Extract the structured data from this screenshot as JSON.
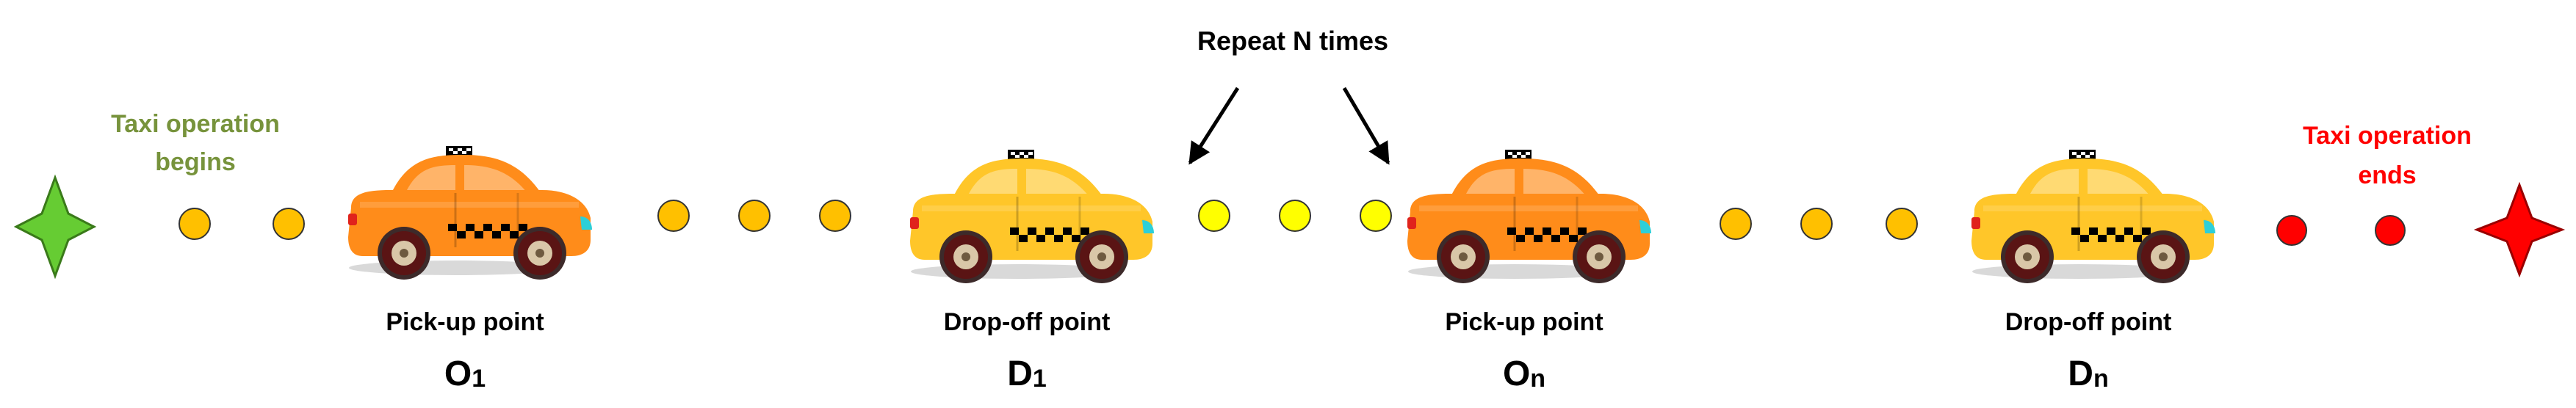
{
  "labels": {
    "start_line1": "Taxi operation",
    "start_line2": "begins",
    "end_line1": "Taxi operation",
    "end_line2": "ends",
    "repeat": "Repeat N times"
  },
  "stops": [
    {
      "caption": "Pick-up point",
      "symbol": "O",
      "subscript": "1",
      "taxi_color": "orange"
    },
    {
      "caption": "Drop-off point",
      "symbol": "D",
      "subscript": "1",
      "taxi_color": "yellow"
    },
    {
      "caption": "Pick-up point",
      "symbol": "O",
      "subscript": "n",
      "taxi_color": "orange"
    },
    {
      "caption": "Drop-off point",
      "symbol": "D",
      "subscript": "n",
      "taxi_color": "yellow"
    }
  ],
  "colors": {
    "start_text": "#77933c",
    "end_text": "#ff0000",
    "start_star": "#66cc33",
    "end_star": "#ff0000",
    "dot_orange": "#ffc000",
    "dot_yellow": "#ffff00",
    "dot_red": "#ff0000",
    "taxi_orange": "#ff8c1a",
    "taxi_yellow": "#ffc629"
  }
}
